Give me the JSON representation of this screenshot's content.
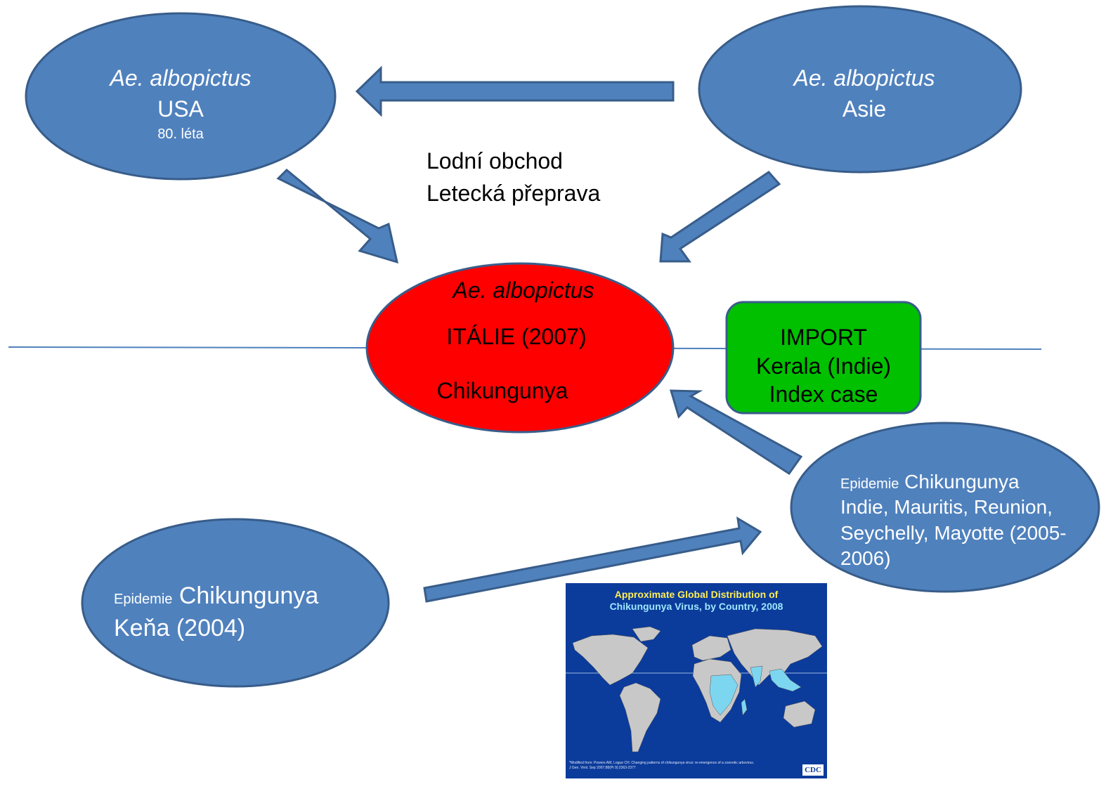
{
  "nodes": {
    "usa": {
      "species": "Ae. albopictus",
      "place": "USA",
      "period": "80. léta"
    },
    "asia": {
      "species": "Ae. albopictus",
      "place": "Asie"
    },
    "italy": {
      "species": "Ae. albopictus",
      "place": "ITÁLIE (2007)",
      "disease": "Chikungunya"
    },
    "import_box": {
      "line1": "IMPORT",
      "line2": "Kerala (Indie)",
      "line3": "Index case"
    },
    "epidemic_india": {
      "prefix": "Epidemie",
      "disease": "Chikungunya",
      "places": "Indie, Mauritis, Reunion, Seychelly, Mayotte (2005-2006)"
    },
    "epidemic_kenya": {
      "prefix": "Epidemie",
      "disease": "Chikungunya",
      "place": "Keňa (2004)"
    }
  },
  "transport_label": {
    "line1": "Lodní obchod",
    "line2": "Letecká přeprava"
  },
  "map_inset": {
    "title_line1": "Approximate Global Distribution of",
    "title_line2": "Chikungunya Virus, by Country, 2008",
    "footnote_line1": "*Modified from: Powers AM, Logue CH. Changing patterns of chikungunya virus: re-emergence of a zoonotic arbovirus.",
    "footnote_line2": "J Gen. Virol. Sep 2007;88(Pt 9):2363-2377",
    "logo": "CDC"
  },
  "colors": {
    "blue_fill": "#4F81BD",
    "blue_stroke": "#385D8A",
    "red_fill": "#FF0000",
    "green_fill": "#00C000",
    "map_bg": "#0B3B9B",
    "land": "#C8C8C8",
    "affected": "#7DD6F0"
  }
}
